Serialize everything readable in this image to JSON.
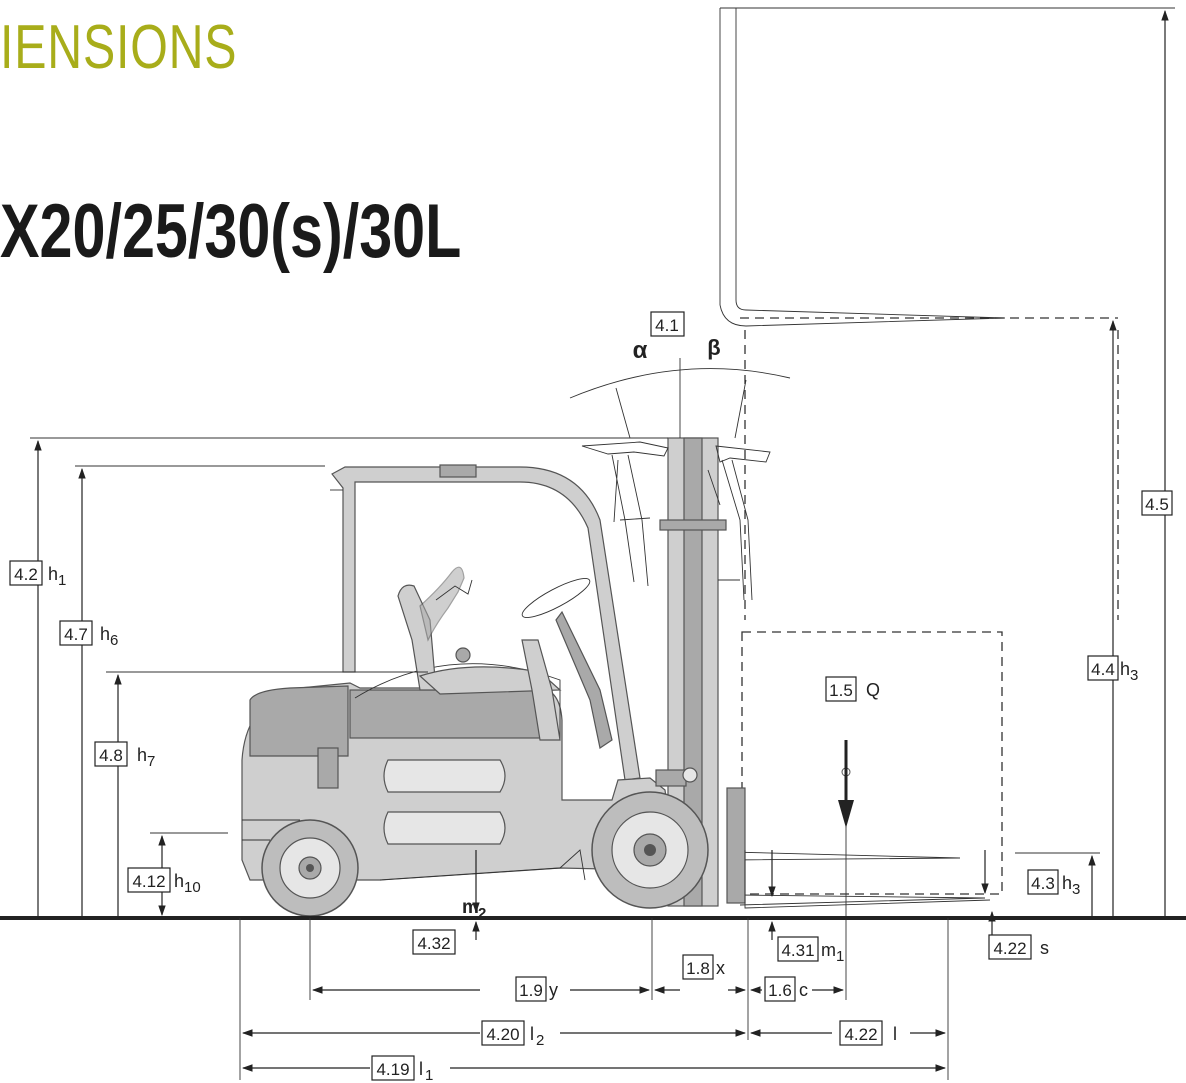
{
  "heading": {
    "section": "IENSIONS",
    "model": "X20/25/30(s)/30L"
  },
  "labels": {
    "tilt": {
      "ref": "4.1",
      "alpha": "α",
      "beta": "β"
    },
    "overall_height": {
      "ref": "4.2",
      "sym": "h",
      "sub": "1"
    },
    "cab_height": {
      "ref": "4.7",
      "sym": "h",
      "sub": "6"
    },
    "seat_height": {
      "ref": "4.8",
      "sym": "h",
      "sub": "7"
    },
    "coupling_height": {
      "ref": "4.12",
      "sym": "h",
      "sub": "10"
    },
    "lift_height": {
      "ref": "4.4",
      "sym": "h",
      "sub": "3"
    },
    "extended_height": {
      "ref": "4.5"
    },
    "free_lift": {
      "ref": "4.3",
      "sym": "h",
      "sub": "3"
    },
    "load": {
      "ref": "1.5",
      "sym": "Q"
    },
    "ground_clearance_center": {
      "ref": "4.32",
      "sym": "m",
      "sub": "2"
    },
    "ground_clearance_mast": {
      "ref": "4.31",
      "sym": "m",
      "sub": "1"
    },
    "fork_thickness": {
      "ref": "4.22",
      "sym": "s"
    },
    "wheelbase": {
      "ref": "1.9",
      "sym": "y"
    },
    "front_overhang": {
      "ref": "1.8",
      "sym": "x"
    },
    "load_centre": {
      "ref": "1.6",
      "sym": "c"
    },
    "length_to_fork_face": {
      "ref": "4.20",
      "sym": "l",
      "sub": "2"
    },
    "fork_length": {
      "ref": "4.22",
      "sym": "l"
    },
    "overall_length": {
      "ref": "4.19",
      "sym": "l",
      "sub": "1"
    }
  }
}
